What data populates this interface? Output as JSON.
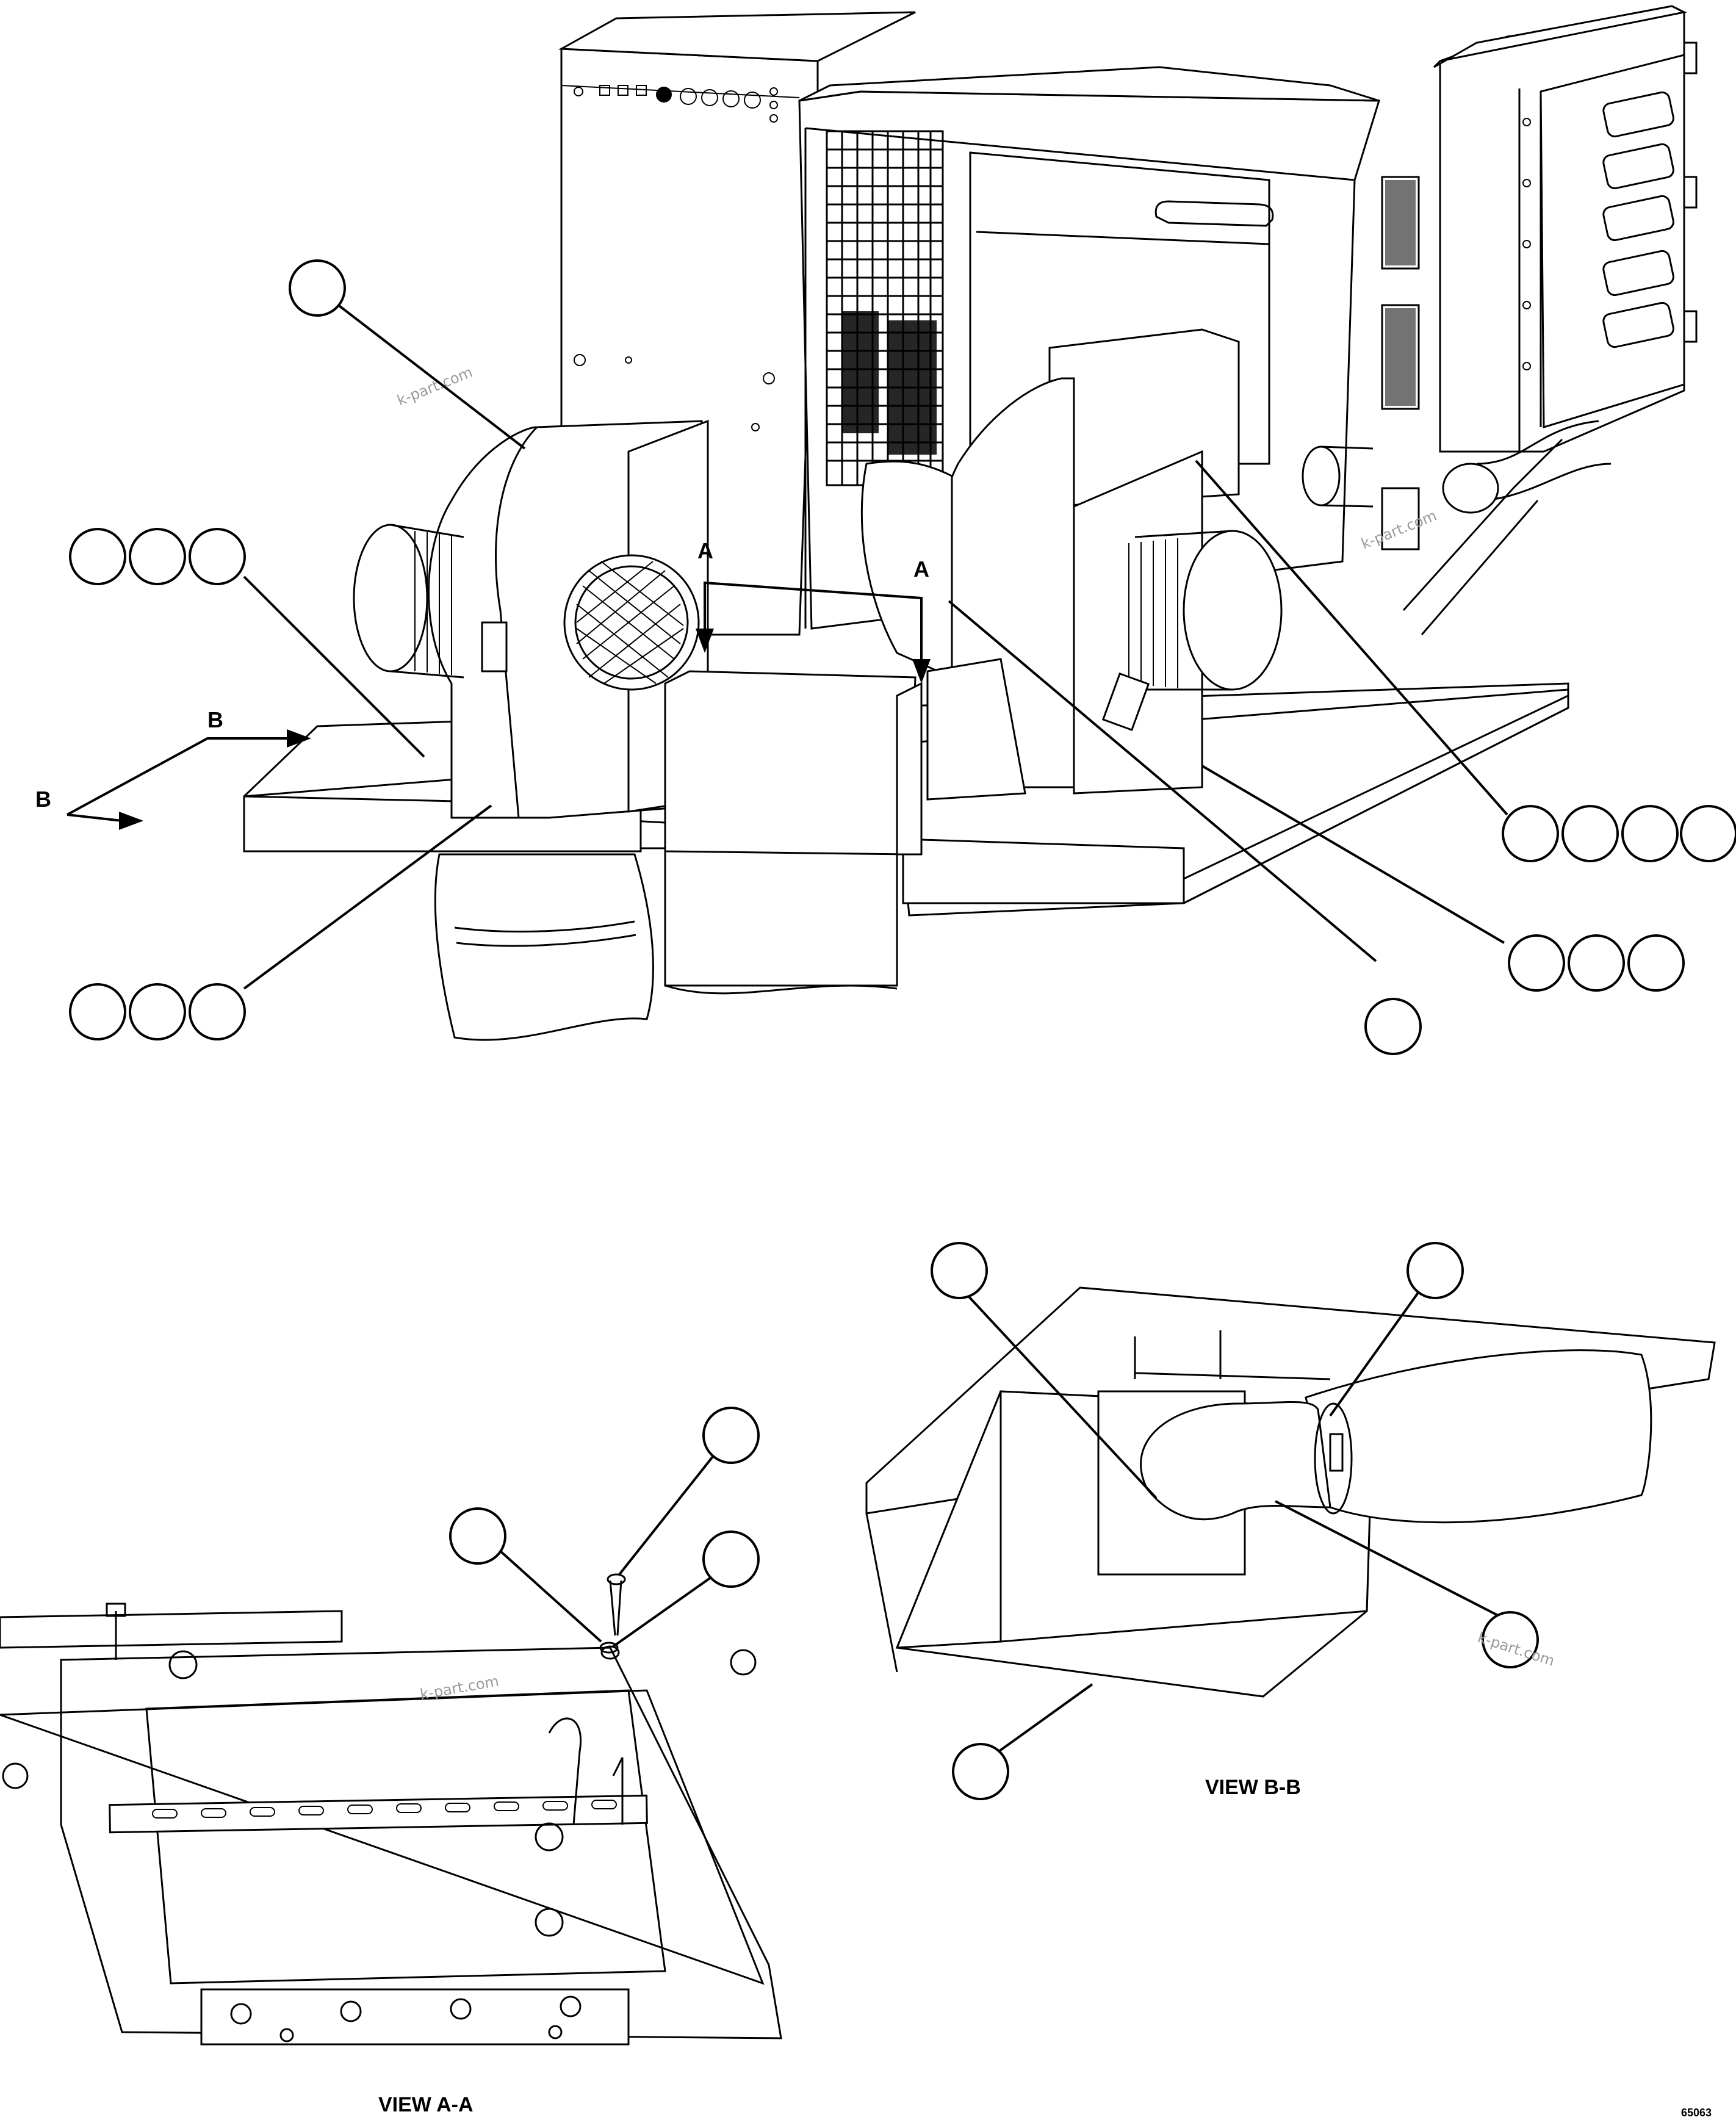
{
  "section_markers": {
    "a_left": "A",
    "a_right": "A",
    "b_upper": "B",
    "b_lower": "B"
  },
  "view_titles": {
    "view_a": "VIEW A-A",
    "view_b": "VIEW B-B"
  },
  "watermark": "k-part.com",
  "drawing_number": "65063"
}
